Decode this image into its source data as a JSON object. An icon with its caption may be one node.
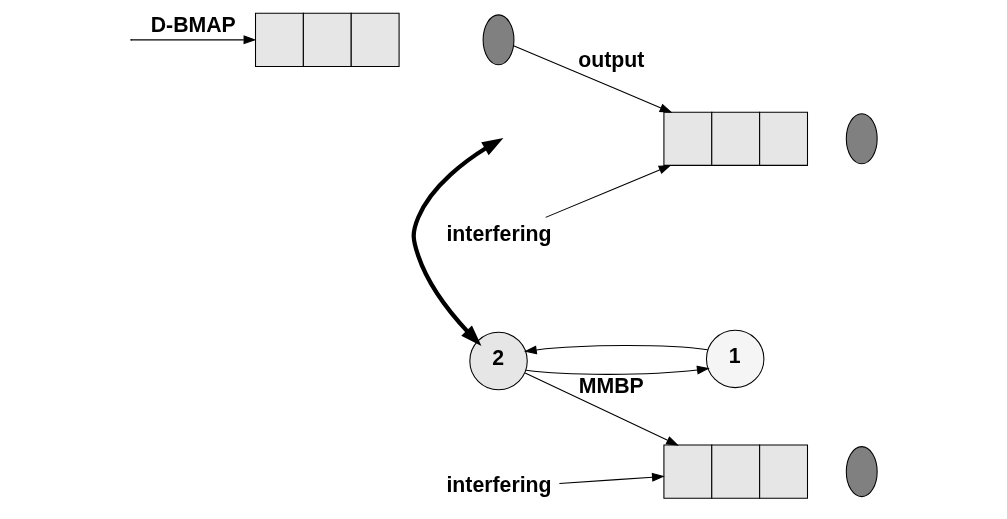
{
  "diagram": {
    "nodes": [
      {
        "text": [],
        "shape": "box"
      },
      {
        "text": [],
        "shape": "ellipse"
      },
      {
        "text": [],
        "shape": "box"
      },
      {
        "text": [],
        "shape": "ellipse"
      },
      {
        "text": [
          "interfering"
        ]
      },
      {
        "text": [
          "1"
        ]
      },
      {
        "text": [
          "2"
        ]
      },
      {
        "text": [],
        "shape": "box"
      },
      {
        "text": [],
        "shape": "ellipse"
      },
      {
        "text": [
          "interfering"
        ]
      }
    ],
    "edges": [
      {
        "from": null,
        "to": 0,
        "arrow": "to",
        "label": "D-BMAP"
      },
      {
        "from": 1,
        "to": 2,
        "arrow": "to",
        "label": "output"
      },
      {
        "from": 4,
        "to": 2,
        "arrow": "to"
      },
      {
        "from": null,
        "to": 6,
        "arrow": "both",
        "style": "thick"
      },
      {
        "from": 5,
        "to": 6,
        "arrow": "to"
      },
      {
        "from": 6,
        "to": 5,
        "arrow": "to"
      },
      {
        "from": 6,
        "to": 7,
        "arrow": "to",
        "label": "MMBP"
      },
      {
        "from": 9,
        "to": 7,
        "arrow": "to"
      }
    ]
  }
}
